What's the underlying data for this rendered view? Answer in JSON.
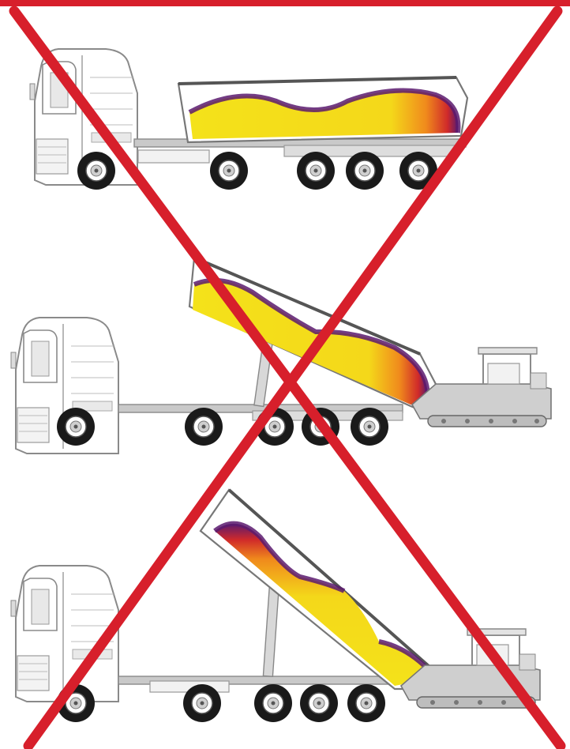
{
  "colors": {
    "accent_red": "#d71f2b",
    "line_gray": "#8a8a8a",
    "body_gray": "#bdbdbd",
    "heat_yellow": "#f4e21a",
    "heat_orange": "#f08a1c",
    "heat_red": "#d02a2a",
    "heat_purple": "#5a1a6e"
  },
  "scenes": [
    {
      "name": "scene-transport",
      "bed_state": "level"
    },
    {
      "name": "scene-tipping-partial",
      "bed_state": "raised"
    },
    {
      "name": "scene-tipping-full",
      "bed_state": "steep"
    }
  ],
  "overlay": {
    "symbol": "cross-out"
  }
}
